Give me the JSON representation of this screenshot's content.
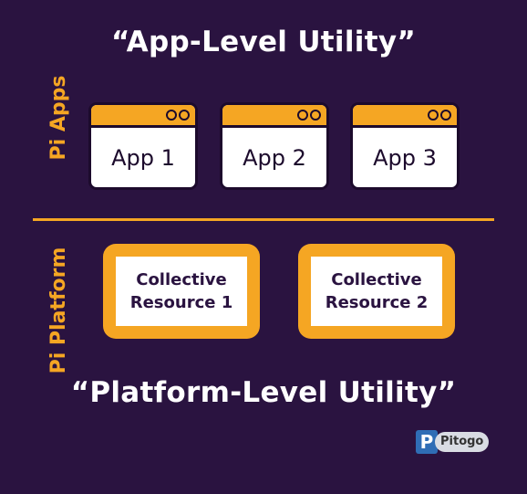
{
  "titles": {
    "top": "“App-Level Utility”",
    "bottom": "“Platform-Level Utility”"
  },
  "side_labels": {
    "apps": "Pi Apps",
    "platform": "Pi Platform"
  },
  "apps": [
    {
      "label": "App 1"
    },
    {
      "label": "App 2"
    },
    {
      "label": "App 3"
    }
  ],
  "resources": [
    {
      "line1": "Collective",
      "line2": "Resource 1"
    },
    {
      "line1": "Collective",
      "line2": "Resource 2"
    }
  ],
  "watermark": {
    "logo_letter": "P",
    "text": "Pitogo"
  },
  "colors": {
    "background": "#2a1340",
    "accent": "#f5a623",
    "outline": "#1c0a2c"
  }
}
